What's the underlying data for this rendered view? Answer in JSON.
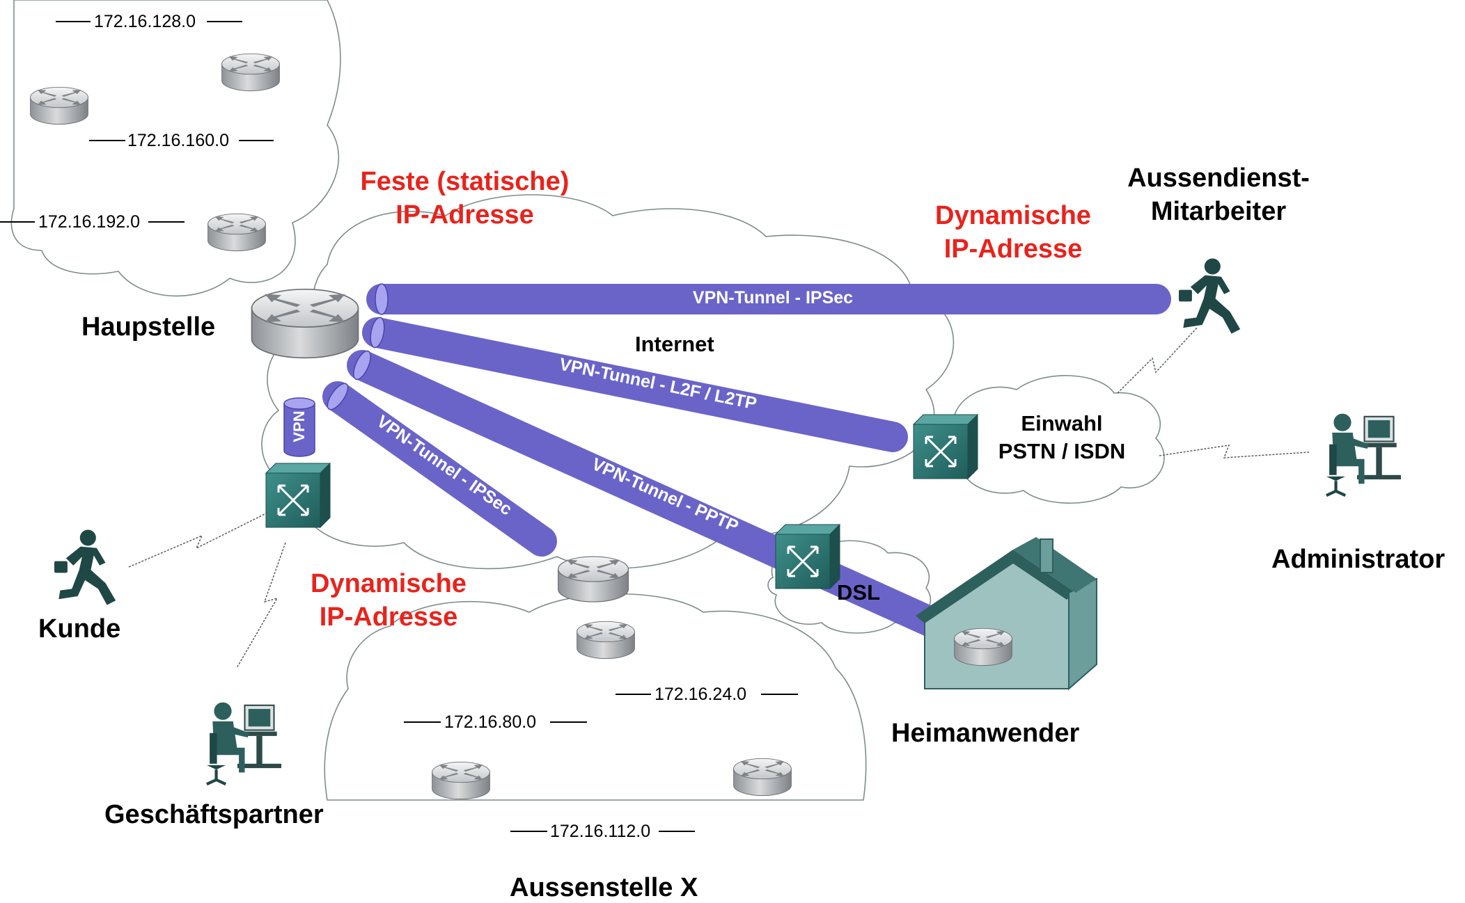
{
  "colors": {
    "tunnel": "#6a64c9",
    "tunnel_end": "#a9a4f0",
    "router": "#c7c9cc",
    "switch": "#2e7d7a",
    "person": "#2d5f5d",
    "cloud_stroke": "#7f8b8b",
    "label_red": "#e8231c"
  },
  "icons": {
    "router": "router-icon",
    "switch": "multilayer-switch-icon",
    "runner": "mobile-user-icon",
    "workstation": "workstation-user-icon",
    "house": "home-office-icon"
  },
  "locations": {
    "haupt": "Haupstelle",
    "aussendienst": "Aussendienst-\nMitarbeiter",
    "kunde": "Kunde",
    "administrator": "Administrator",
    "geschaeftspartner": "Geschäftspartner",
    "heimanwender": "Heimanwender",
    "aussenstelle": "Aussenstelle X"
  },
  "address_labels": {
    "fest": "Feste (statische)\nIP-Adresse",
    "dyn_right": "Dynamische\nIP-Adresse",
    "dyn_left": "Dynamische\nIP-Adresse"
  },
  "network_labels": {
    "internet": "Internet",
    "einwahl": "Einwahl\nPSTN / ISDN",
    "dsl": "DSL",
    "vpn_badge": "VPN"
  },
  "tunnels": [
    {
      "id": "ipsec-top",
      "label": "VPN-Tunnel - IPSec"
    },
    {
      "id": "l2f",
      "label": "VPN-Tunnel - L2F / L2TP"
    },
    {
      "id": "pptp",
      "label": "VPN-Tunnel - PPTP"
    },
    {
      "id": "ipsec-low",
      "label": "VPN-Tunnel - IPSec"
    }
  ],
  "subnets": {
    "haupt": [
      "172.16.128.0",
      "172.16.160.0",
      "172.16.192.0"
    ],
    "aussen": [
      "172.16.24.0",
      "172.16.80.0",
      "172.16.112.0"
    ]
  }
}
